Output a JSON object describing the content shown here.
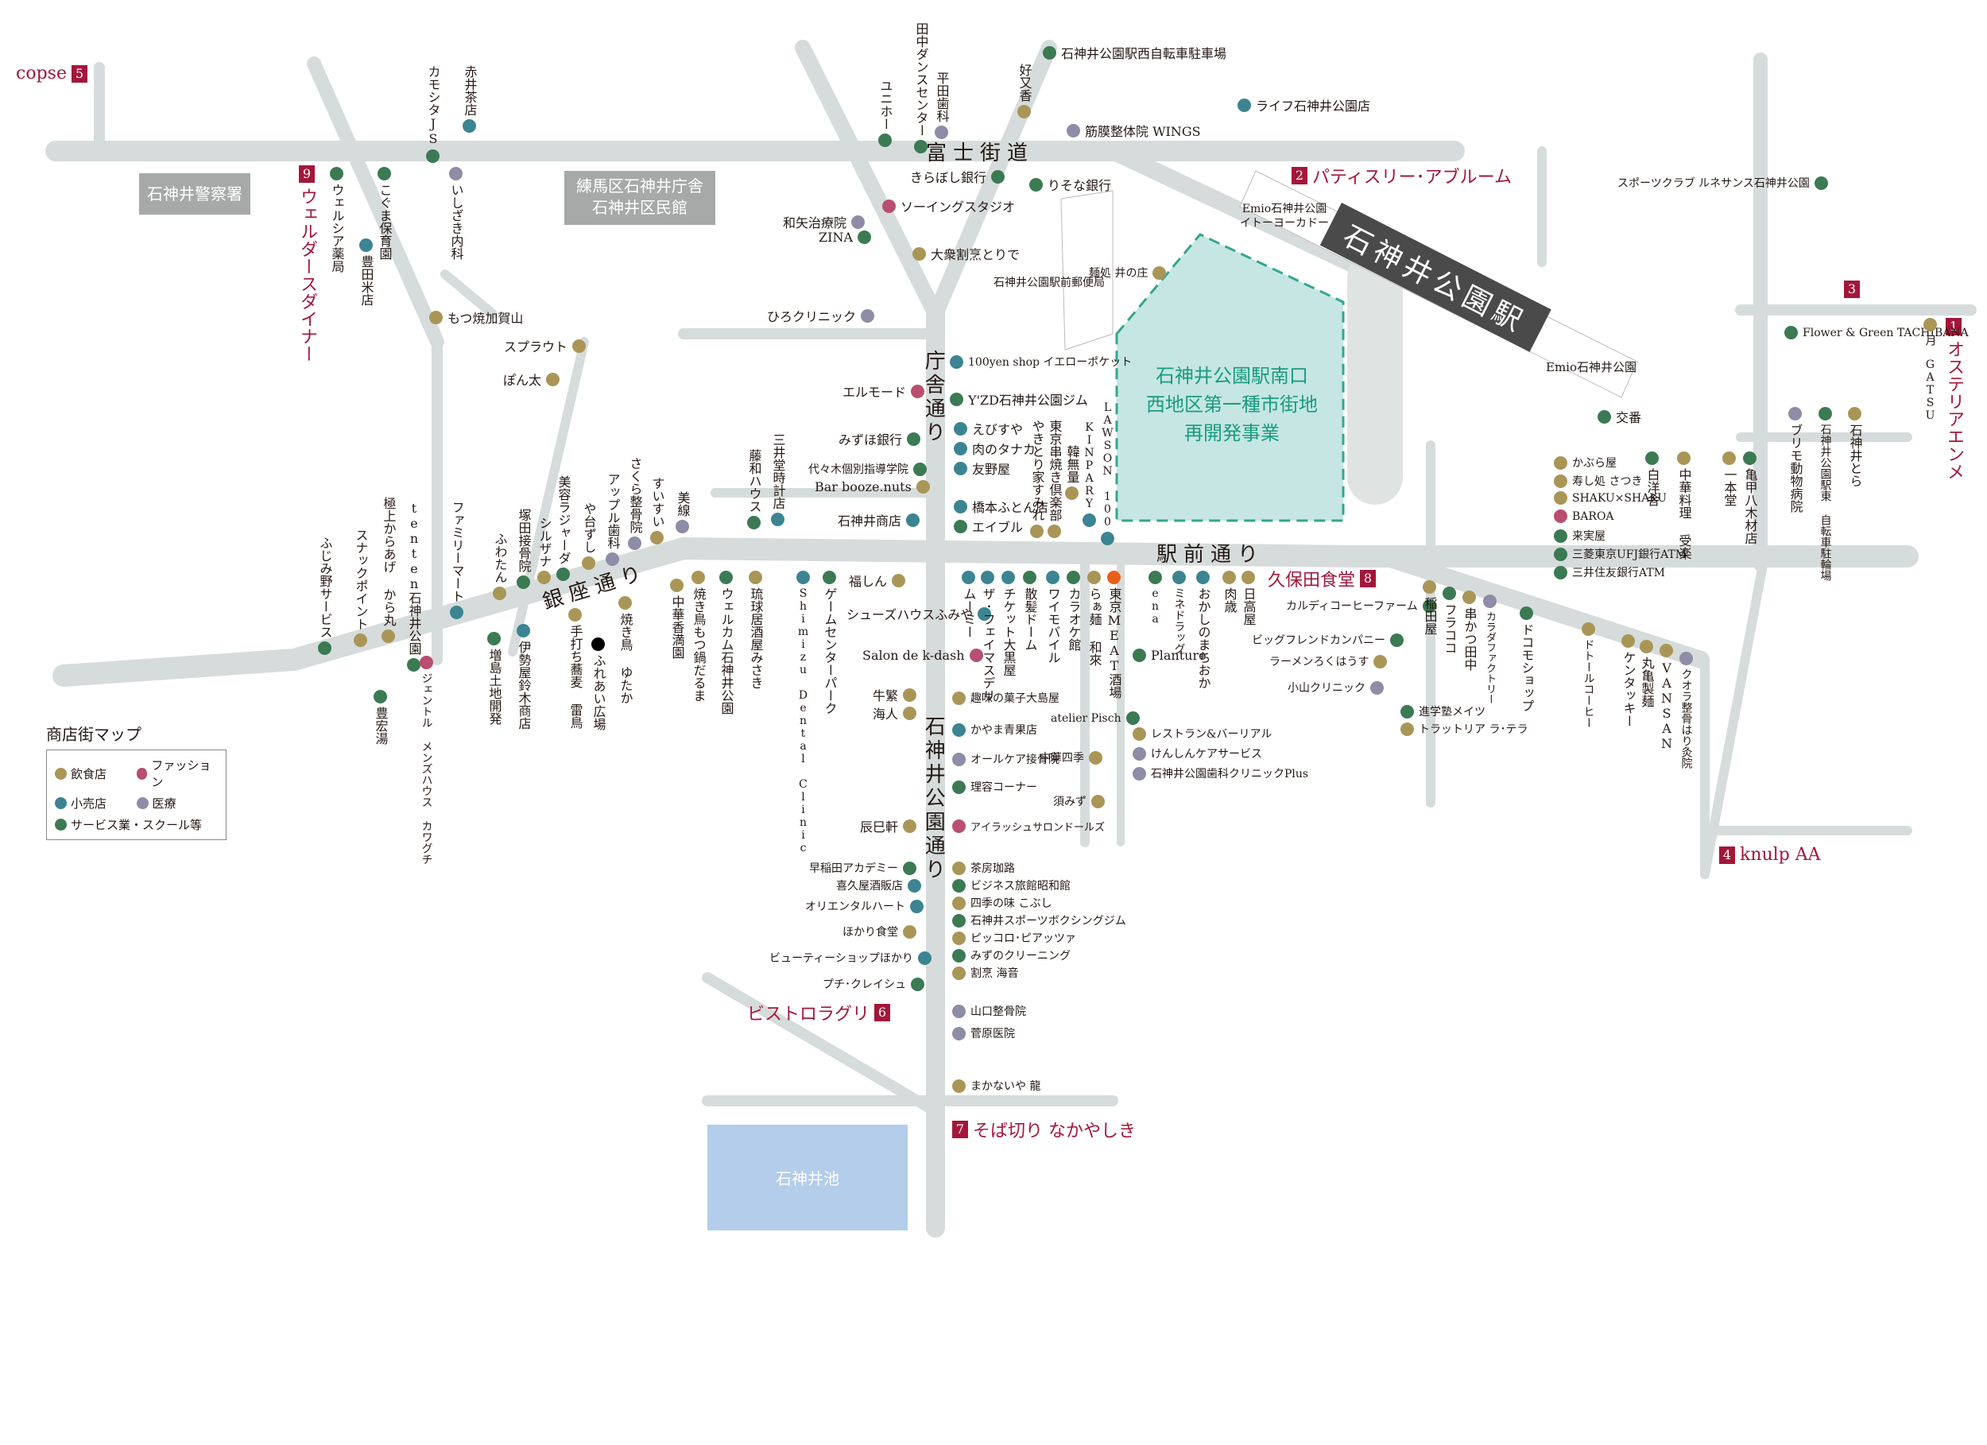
{
  "colors": {
    "road": "#d6dcdb",
    "food": "#a99657",
    "fashion": "#b84e70",
    "retail": "#3c8492",
    "medical": "#8e8ca6",
    "service": "#3b7a53",
    "special": "#e85f18",
    "numbered": "#a3163a",
    "redevelopment_fill": "#c5e6e3",
    "redevelopment_line": "#36a68e",
    "pond": "#b3cdea"
  },
  "legend": {
    "title": "商店街マップ",
    "food": "飲食店",
    "fashion": "ファッション",
    "retail": "小売店",
    "medical": "医療",
    "service": "サービス業・スクール等"
  },
  "roads": {
    "fuji": "富士街道",
    "chosha": "庁舎通り",
    "ekimae": "駅前通り",
    "ginza": "銀座通り",
    "koen": "石神井公園通り"
  },
  "buildings": {
    "police": "石神井警察署",
    "ward_office_1": "練馬区石神井庁舎",
    "ward_office_2": "石神井区民館",
    "station": "石神井公園駅",
    "redev_1": "石神井公園駅南口",
    "redev_2": "西地区第一種市街地",
    "redev_3": "再開発事業",
    "pond": "石神井池",
    "emio_1": "Emio石神井公園",
    "emio_2": "イトーヨーカドー",
    "emio_3": "Emio石神井公園"
  },
  "featured": {
    "n1": "1",
    "n1_label": "オステリアエンメ",
    "n2": "2",
    "n2_label": "パティスリー･アブルーム",
    "n3": "3",
    "n4": "4",
    "n4_label": "knulp AA",
    "n5": "5",
    "n5_label": "copse",
    "n6": "6",
    "n6_label": "ビストロラグリ",
    "n7": "7",
    "n7_label": "そば切り なかやしき",
    "n8": "8",
    "n8_label": "久保田食堂",
    "n9": "9",
    "n9_label": "ウェルダースダイナー"
  },
  "stores": {
    "s01": "石神井公園駅西自転車駐車場",
    "s02": "ライフ石神井公園店",
    "s03": "筋膜整体院 WINGS",
    "s04": "りそな銀行",
    "s05": "きらぼし銀行",
    "s06": "ソーイングスタジオ",
    "s07": "和矢治療院",
    "s08": "ZINA",
    "s09": "大衆割烹とりで",
    "s10": "ひろクリニック",
    "s11": "石神井公園駅前郵便局",
    "s12": "麺処 井の庄",
    "s13": "スポーツクラブ ルネサンス石神井公園",
    "s14": "Flower & Green TACHIBANA",
    "s15": "月 GATSU",
    "s16": "交番",
    "s17": "もつ焼加賀山",
    "s18": "スプラウト",
    "s19": "ぽん太",
    "s20": "100yen shop イエローポケット",
    "s21": "エルモード",
    "s22": "Y'ZD石神井公園ジム",
    "s23": "みずほ銀行",
    "s24": "えびすや",
    "s25": "肉のタナカ",
    "s26": "友野屋",
    "s27": "代々木個別指導学院",
    "s28": "Bar booze.nuts",
    "s29": "石神井商店",
    "s30": "橋本ふとん店",
    "s31": "エイブル",
    "s32": "かぶら屋",
    "s33": "寿し処 さつき",
    "s34": "SHAKU×SHAKU",
    "s35": "BAROA",
    "s36": "来実屋",
    "s37": "三菱東京UFJ銀行ATM",
    "s38": "三井住友銀行ATM",
    "s39": "カルディコーヒーファーム",
    "s40": "ビッグフレンドカンパニー",
    "s41": "ラーメンろくはうす",
    "s42": "小山クリニック",
    "s43": "Planture",
    "s44": "レストラン&バーリアル",
    "s45": "けんしんケアサービス",
    "s46": "石神井公園歯科クリニックPlus",
    "s47": "進学塾メイツ",
    "s48": "トラットリア ラ･テラ",
    "s49": "福しん",
    "s50": "シューズハウスふみや",
    "s51": "Salon de k-dash",
    "s52": "牛繁",
    "s53": "海人",
    "s54": "辰巳軒",
    "s55": "趣味の菓子大島屋",
    "s56": "かやま青果店",
    "s57": "オールケア接骨院",
    "s58": "理容コーナー",
    "s59": "atelier Pisch",
    "s60": "中華四季",
    "s61": "須みず",
    "s62": "アイラッシュサロンドールズ",
    "s63": "早稲田アカデミー",
    "s64": "喜久屋酒販店",
    "s65": "オリエンタルハート",
    "s66": "ほかり食堂",
    "s67": "ビューティーショップほかり",
    "s68": "プチ･クレイシュ",
    "s69": "茶房珈路",
    "s70": "ビジネス旅館昭和館",
    "s71": "四季の味 こぶし",
    "s72": "石神井スポーツボクシングジム",
    "s73": "ピッコロ･ピアッツァ",
    "s74": "みずのクリーニング",
    "s75": "割烹 海音",
    "s76": "山口整骨院",
    "s77": "菅原医院",
    "s78": "まかないや 龍"
  },
  "vstores": {
    "v01": "カモシタJS",
    "v02": "赤井茶店",
    "v03": "ユニホー",
    "v04": "田中ダンスセンター",
    "v05": "平田歯科",
    "v06": "好又香",
    "v07": "ウェルシア薬局",
    "v08": "こぐま保育園",
    "v09": "豊田米店",
    "v10": "いしざき内科",
    "v11": "三井堂時計店",
    "v12": "藤和ハウス",
    "v13": "美線",
    "v14": "すいすい",
    "v15": "さくら整骨院",
    "v16": "アップル歯科",
    "v17": "や台ずし",
    "v18": "美容ラジャーダ",
    "v19": "シルザナ",
    "v20": "塚田接骨院",
    "v21": "ふわたん",
    "v22": "ファミリーマート",
    "v23": "tenten石神井公園",
    "v24": "極上からあげ から丸",
    "v25": "スナックポイント",
    "v26": "ふじみ野サービス",
    "v27": "豊宏湯",
    "v28": "ジェントル メンズハウス カワグチ",
    "v29": "増島土地開発",
    "v30": "伊勢屋鈴木商店",
    "v31": "手打ち蕎麦 雷鳥",
    "v32": "ふれあい広場",
    "v33": "焼き鳥 ゆたか",
    "v34": "中華香満園",
    "v35": "焼き鳥もつ鍋だるま",
    "v36": "ウェルカム石神井公園",
    "v37": "琉球居酒屋みさき",
    "v38": "Shimizu Dental Clinic",
    "v39": "ゲームセンターパーク",
    "v40": "ムーミー",
    "v41": "ザ･フェイマスデリ",
    "v42": "チケット大黒屋",
    "v43": "散髪ドーム",
    "v44": "ワイモバイル",
    "v45": "カラオケ館",
    "v46": "らぁ麺 和來",
    "v47": "東京MEAT酒場",
    "v48": "ena",
    "v49": "ミネドラッグ",
    "v50": "おかしのまちおか",
    "v51": "肉歳",
    "v52": "日高屋",
    "v53": "稲田屋",
    "v54": "フラココ",
    "v55": "串かつ田中",
    "v56": "カラダファクトリー",
    "v57": "ドコモショップ",
    "v58": "ドトールコーヒー",
    "v59": "ケンタッキー",
    "v60": "丸亀製麺",
    "v61": "VANSAN",
    "v62": "クオラ整骨はり灸院",
    "v63": "白洋舎",
    "v64": "中華料理 受楽",
    "v65": "一本堂",
    "v66": "亀甲八木材店",
    "v67": "ブリモ動物病院",
    "v68": "石神井公園駅東 自転車駐輪場",
    "v69": "石神井とら",
    "v70": "東京串焼き倶楽部",
    "v71": "やきとり家すみれ",
    "v72": "韓無量",
    "v73": "LAWSON 100",
    "v74": "KINPARY"
  }
}
